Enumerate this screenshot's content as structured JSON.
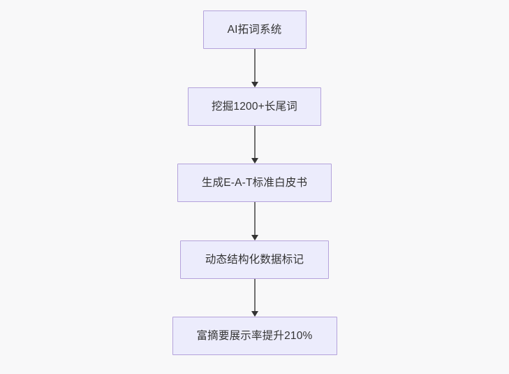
{
  "diagram": {
    "type": "flowchart",
    "direction": "top-to-bottom",
    "background_color": "#f8f8f9",
    "node_fill_color": "#ececfc",
    "node_border_color": "#b4a2db",
    "node_text_color": "#333333",
    "connector_color": "#707070",
    "arrowhead_color": "#333333",
    "nodes": [
      {
        "id": "node-1",
        "label": "AI拓词系统"
      },
      {
        "id": "node-2",
        "label": "挖掘1200+长尾词"
      },
      {
        "id": "node-3",
        "label": "生成E-A-T标准白皮书"
      },
      {
        "id": "node-4",
        "label": "动态结构化数据标记"
      },
      {
        "id": "node-5",
        "label": "富摘要展示率提升210%"
      }
    ],
    "edges": [
      {
        "id": "edge-1",
        "from": "node-1",
        "to": "node-2",
        "label": ""
      },
      {
        "id": "edge-2",
        "from": "node-2",
        "to": "node-3",
        "label": ""
      },
      {
        "id": "edge-3",
        "from": "node-3",
        "to": "node-4",
        "label": ""
      },
      {
        "id": "edge-4",
        "from": "node-4",
        "to": "node-5",
        "label": ""
      }
    ]
  }
}
